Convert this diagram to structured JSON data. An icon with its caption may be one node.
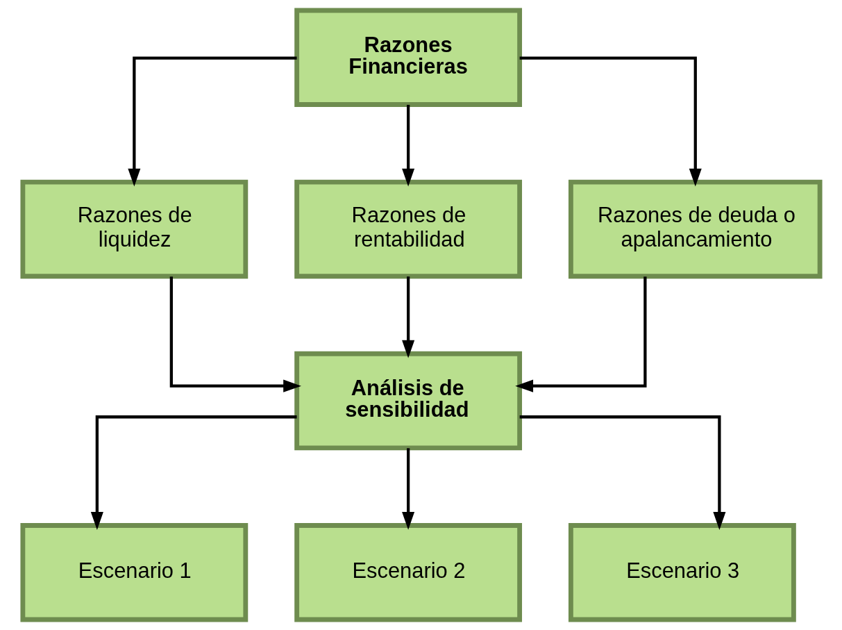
{
  "diagram": {
    "nodes": [
      {
        "text": [
          "Razones Financieras"
        ]
      },
      {
        "text": [
          "Razones de liquidez"
        ]
      },
      {
        "text": [
          "Razones de rentabilidad"
        ]
      },
      {
        "text": [
          "Razones de deuda o apalancamiento"
        ]
      },
      {
        "text": [
          "Análisis de sensibilidad"
        ]
      },
      {
        "text": [
          "Escenario 1"
        ]
      },
      {
        "text": [
          "Escenario 2"
        ]
      },
      {
        "text": [
          "Escenario 3"
        ]
      }
    ],
    "edges": [
      {
        "from": 0,
        "to": 1,
        "arrow": "to"
      },
      {
        "from": 0,
        "to": 2,
        "arrow": "to"
      },
      {
        "from": 0,
        "to": 3,
        "arrow": "to"
      },
      {
        "from": 1,
        "to": 4,
        "arrow": "to"
      },
      {
        "from": 2,
        "to": 4,
        "arrow": "to"
      },
      {
        "from": 3,
        "to": 4,
        "arrow": "to"
      },
      {
        "from": 4,
        "to": 5,
        "arrow": "to"
      },
      {
        "from": 4,
        "to": 6,
        "arrow": "to"
      },
      {
        "from": 4,
        "to": 7,
        "arrow": "to"
      }
    ]
  }
}
